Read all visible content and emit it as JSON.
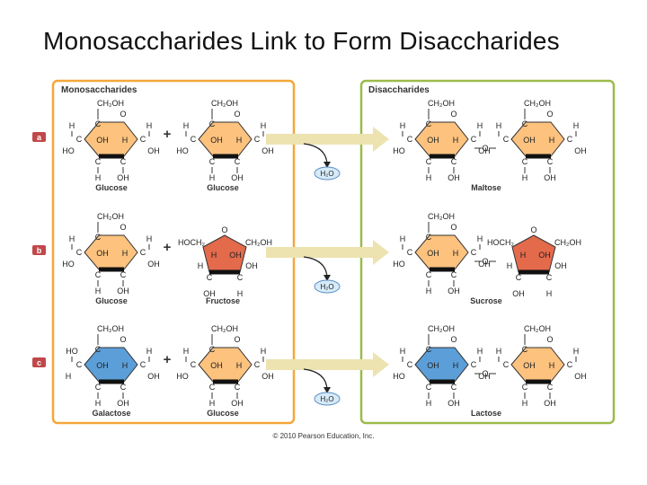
{
  "slide_title": "Monosaccharides Link to Form Disaccharides",
  "panels": {
    "left_title": "Monosaccharides",
    "right_title": "Disaccharides"
  },
  "copyright": "© 2010 Pearson Education, Inc.",
  "colors": {
    "left_border": "#F4A73B",
    "right_border": "#9CBB4B",
    "glucose": "#FCC27E",
    "fructose": "#E46A4C",
    "galactose": "#5C9FD8",
    "arrow": "#ECE3B0",
    "badge": "#C0484A",
    "water": "#D6EAF8"
  },
  "labels": {
    "plus": "+",
    "water": "H₂O",
    "h": "H",
    "oh": "OH",
    "ho": "HO",
    "c": "C",
    "o": "O",
    "ch2oh": "CH₂OH",
    "hoch2": "HOCH₂"
  },
  "rows": [
    {
      "badge": "a",
      "left_sugar": "Glucose",
      "right_sugar": "Glucose",
      "product": "Maltose"
    },
    {
      "badge": "b",
      "left_sugar": "Glucose",
      "right_sugar": "Fructose",
      "product": "Sucrose"
    },
    {
      "badge": "c",
      "left_sugar": "Galactose",
      "right_sugar": "Glucose",
      "product": "Lactose"
    }
  ]
}
